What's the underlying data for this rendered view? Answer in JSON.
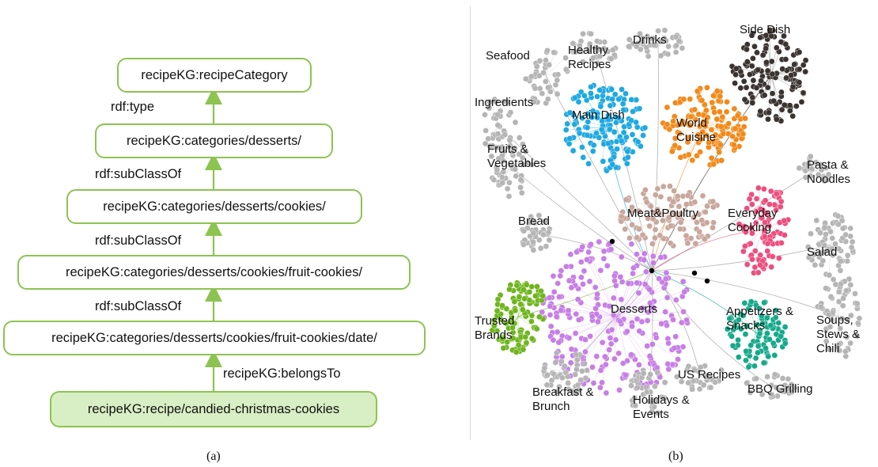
{
  "panel_a": {
    "nodes": [
      {
        "label": "recipeKG:recipeCategory",
        "leaf": false
      },
      {
        "label": "recipeKG:categories/desserts/",
        "leaf": false
      },
      {
        "label": "recipeKG:categories/desserts/cookies/",
        "leaf": false
      },
      {
        "label": "recipeKG:categories/desserts/cookies/fruit-cookies/",
        "leaf": false
      },
      {
        "label": "recipeKG:categories/desserts/cookies/fruit-cookies/date/",
        "leaf": false
      },
      {
        "label": "recipeKG:recipe/candied-christmas-cookies",
        "leaf": true
      }
    ],
    "edges": [
      {
        "label": "rdf:type"
      },
      {
        "label": "rdf:subClassOf"
      },
      {
        "label": "rdf:subClassOf"
      },
      {
        "label": "rdf:subClassOf"
      },
      {
        "label": "recipeKG:belongsTo"
      }
    ],
    "caption": "(a)"
  },
  "panel_b": {
    "caption": "(b)",
    "hub_color": "#000000",
    "clusters": [
      {
        "name": "Seafood",
        "color": "#b5b5b5"
      },
      {
        "name": "Healthy Recipes",
        "color": "#b5b5b5"
      },
      {
        "name": "Drinks",
        "color": "#b5b5b5"
      },
      {
        "name": "Side Dish",
        "color": "#3a3330"
      },
      {
        "name": "Ingredients",
        "color": "#b5b5b5"
      },
      {
        "name": "Main Dish",
        "color": "#1fa9e1"
      },
      {
        "name": "World Cuisine",
        "color": "#f28a1a"
      },
      {
        "name": "Fruits & Vegetables",
        "color": "#b5b5b5"
      },
      {
        "name": "Pasta & Noodles",
        "color": "#b5b5b5"
      },
      {
        "name": "Meat&Poultry",
        "color": "#c8a79c"
      },
      {
        "name": "Everyday Cooking",
        "color": "#ec4f7e"
      },
      {
        "name": "Bread",
        "color": "#b5b5b5"
      },
      {
        "name": "Salad",
        "color": "#b5b5b5"
      },
      {
        "name": "Desserts",
        "color": "#c77ee6"
      },
      {
        "name": "Trusted Brands",
        "color": "#6fb51f"
      },
      {
        "name": "Appetizers & Snacks",
        "color": "#15a98a"
      },
      {
        "name": "Soups, Stews & Chili",
        "color": "#b5b5b5"
      },
      {
        "name": "US Recipes",
        "color": "#b5b5b5"
      },
      {
        "name": "BBQ Grilling",
        "color": "#b5b5b5"
      },
      {
        "name": "Breakfast & Brunch",
        "color": "#b5b5b5"
      },
      {
        "name": "Holidays & Events",
        "color": "#b5b5b5"
      }
    ]
  }
}
